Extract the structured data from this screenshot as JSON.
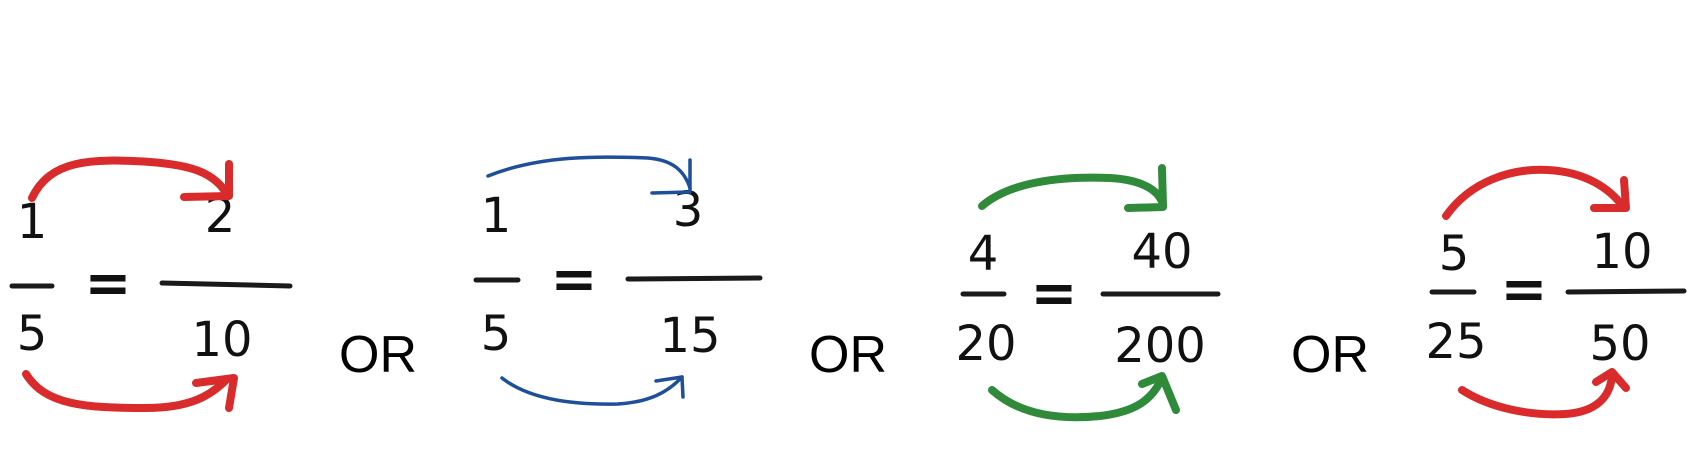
{
  "equations": [
    {
      "left": {
        "numerator": "1",
        "denominator": "5"
      },
      "equals": "=",
      "right": {
        "numerator": "2",
        "denominator": "10"
      },
      "arrow_color": "#d92b2b"
    },
    {
      "left": {
        "numerator": "1",
        "denominator": "5"
      },
      "equals": "=",
      "right": {
        "numerator": "3",
        "denominator": "15"
      },
      "arrow_color": "#1f4f99"
    },
    {
      "left": {
        "numerator": "4",
        "denominator": "20"
      },
      "equals": "=",
      "right": {
        "numerator": "40",
        "denominator": "200"
      },
      "arrow_color": "#2f8a3a"
    },
    {
      "left": {
        "numerator": "5",
        "denominator": "25"
      },
      "equals": "=",
      "right": {
        "numerator": "10",
        "denominator": "50"
      },
      "arrow_color": "#d92b2b"
    }
  ],
  "separators": [
    "OR",
    "OR",
    "OR"
  ]
}
